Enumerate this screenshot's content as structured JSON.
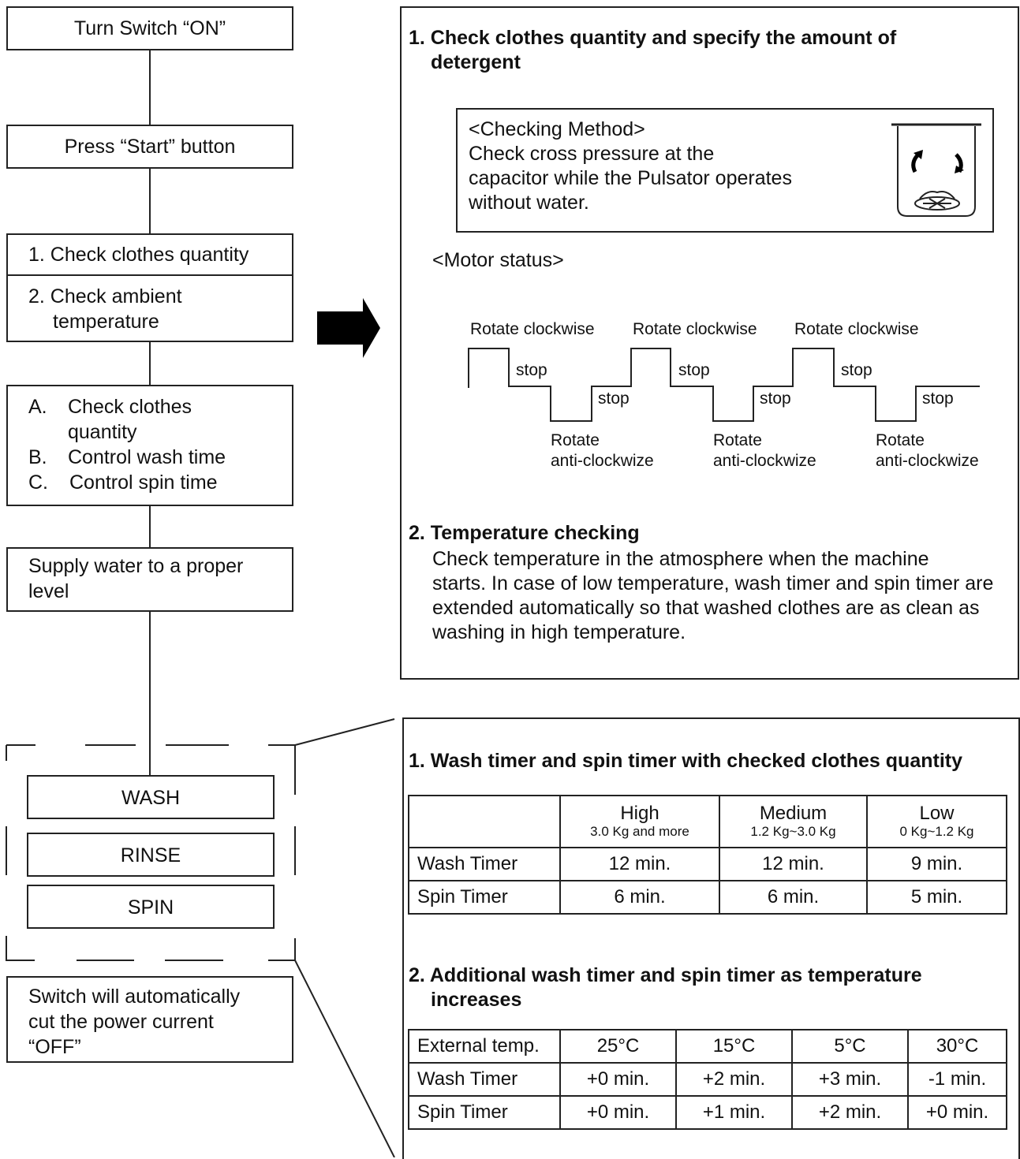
{
  "flow": {
    "switch_on": "Turn Switch “ON”",
    "press_start": "Press “Start” button",
    "check_quantity": "1. Check clothes quantity",
    "check_ambient_1": "2. Check ambient",
    "check_ambient_2": "temperature",
    "a_label": "A.",
    "a_text_1": "Check clothes",
    "a_text_2": "quantity",
    "b_label": "B.",
    "b_text": "Control wash time",
    "c_label": "C.",
    "c_text": "Control spin time",
    "supply_1": "Supply water to a proper",
    "supply_2": "level",
    "wash": "WASH",
    "rinse": "RINSE",
    "spin": "SPIN",
    "off_1": "Switch will automatically",
    "off_2": "cut the power current",
    "off_3": "“OFF”"
  },
  "top_panel": {
    "heading_1_line1": "1. Check clothes quantity and specify the amount of",
    "heading_1_line2": "detergent",
    "method_title": "<Checking Method>",
    "method_line1": "Check cross pressure at the",
    "method_line2": "capacitor while the Pulsator operates",
    "method_line3": "without water.",
    "motor_status": "<Motor status>",
    "rotate_cw": "Rotate clockwise",
    "stop": "stop",
    "rotate": "Rotate",
    "anti_cw": "anti-clockwize",
    "heading_2": "2. Temperature checking",
    "temp_line1": "Check temperature in the atmosphere when the machine",
    "temp_line2": "starts. In case of low temperature, wash timer and spin timer are",
    "temp_line3": "extended automatically so that washed clothes are as clean as",
    "temp_line4": "washing in high temperature."
  },
  "bottom_panel": {
    "heading_1": "1. Wash timer and spin timer with checked clothes quantity",
    "table1": {
      "headers": [
        {
          "name": "",
          "range": ""
        },
        {
          "name": "High",
          "range": "3.0 Kg and more"
        },
        {
          "name": "Medium",
          "range": "1.2 Kg~3.0 Kg"
        },
        {
          "name": "Low",
          "range": "0 Kg~1.2 Kg"
        }
      ],
      "rows": [
        [
          "Wash Timer",
          "12 min.",
          "12 min.",
          "9 min."
        ],
        [
          "Spin Timer",
          "6 min.",
          "6 min.",
          "5 min."
        ]
      ]
    },
    "heading_2_line1": "2. Additional wash timer and spin timer as temperature",
    "heading_2_line2": "increases",
    "table2": {
      "headers": [
        "External temp.",
        "25°C",
        "15°C",
        "5°C",
        "30°C"
      ],
      "rows": [
        [
          "Wash Timer",
          "+0 min.",
          "+2 min.",
          "+3 min.",
          "-1 min."
        ],
        [
          "Spin Timer",
          "+0 min.",
          "+1 min.",
          "+2 min.",
          "+0 min."
        ]
      ]
    }
  }
}
